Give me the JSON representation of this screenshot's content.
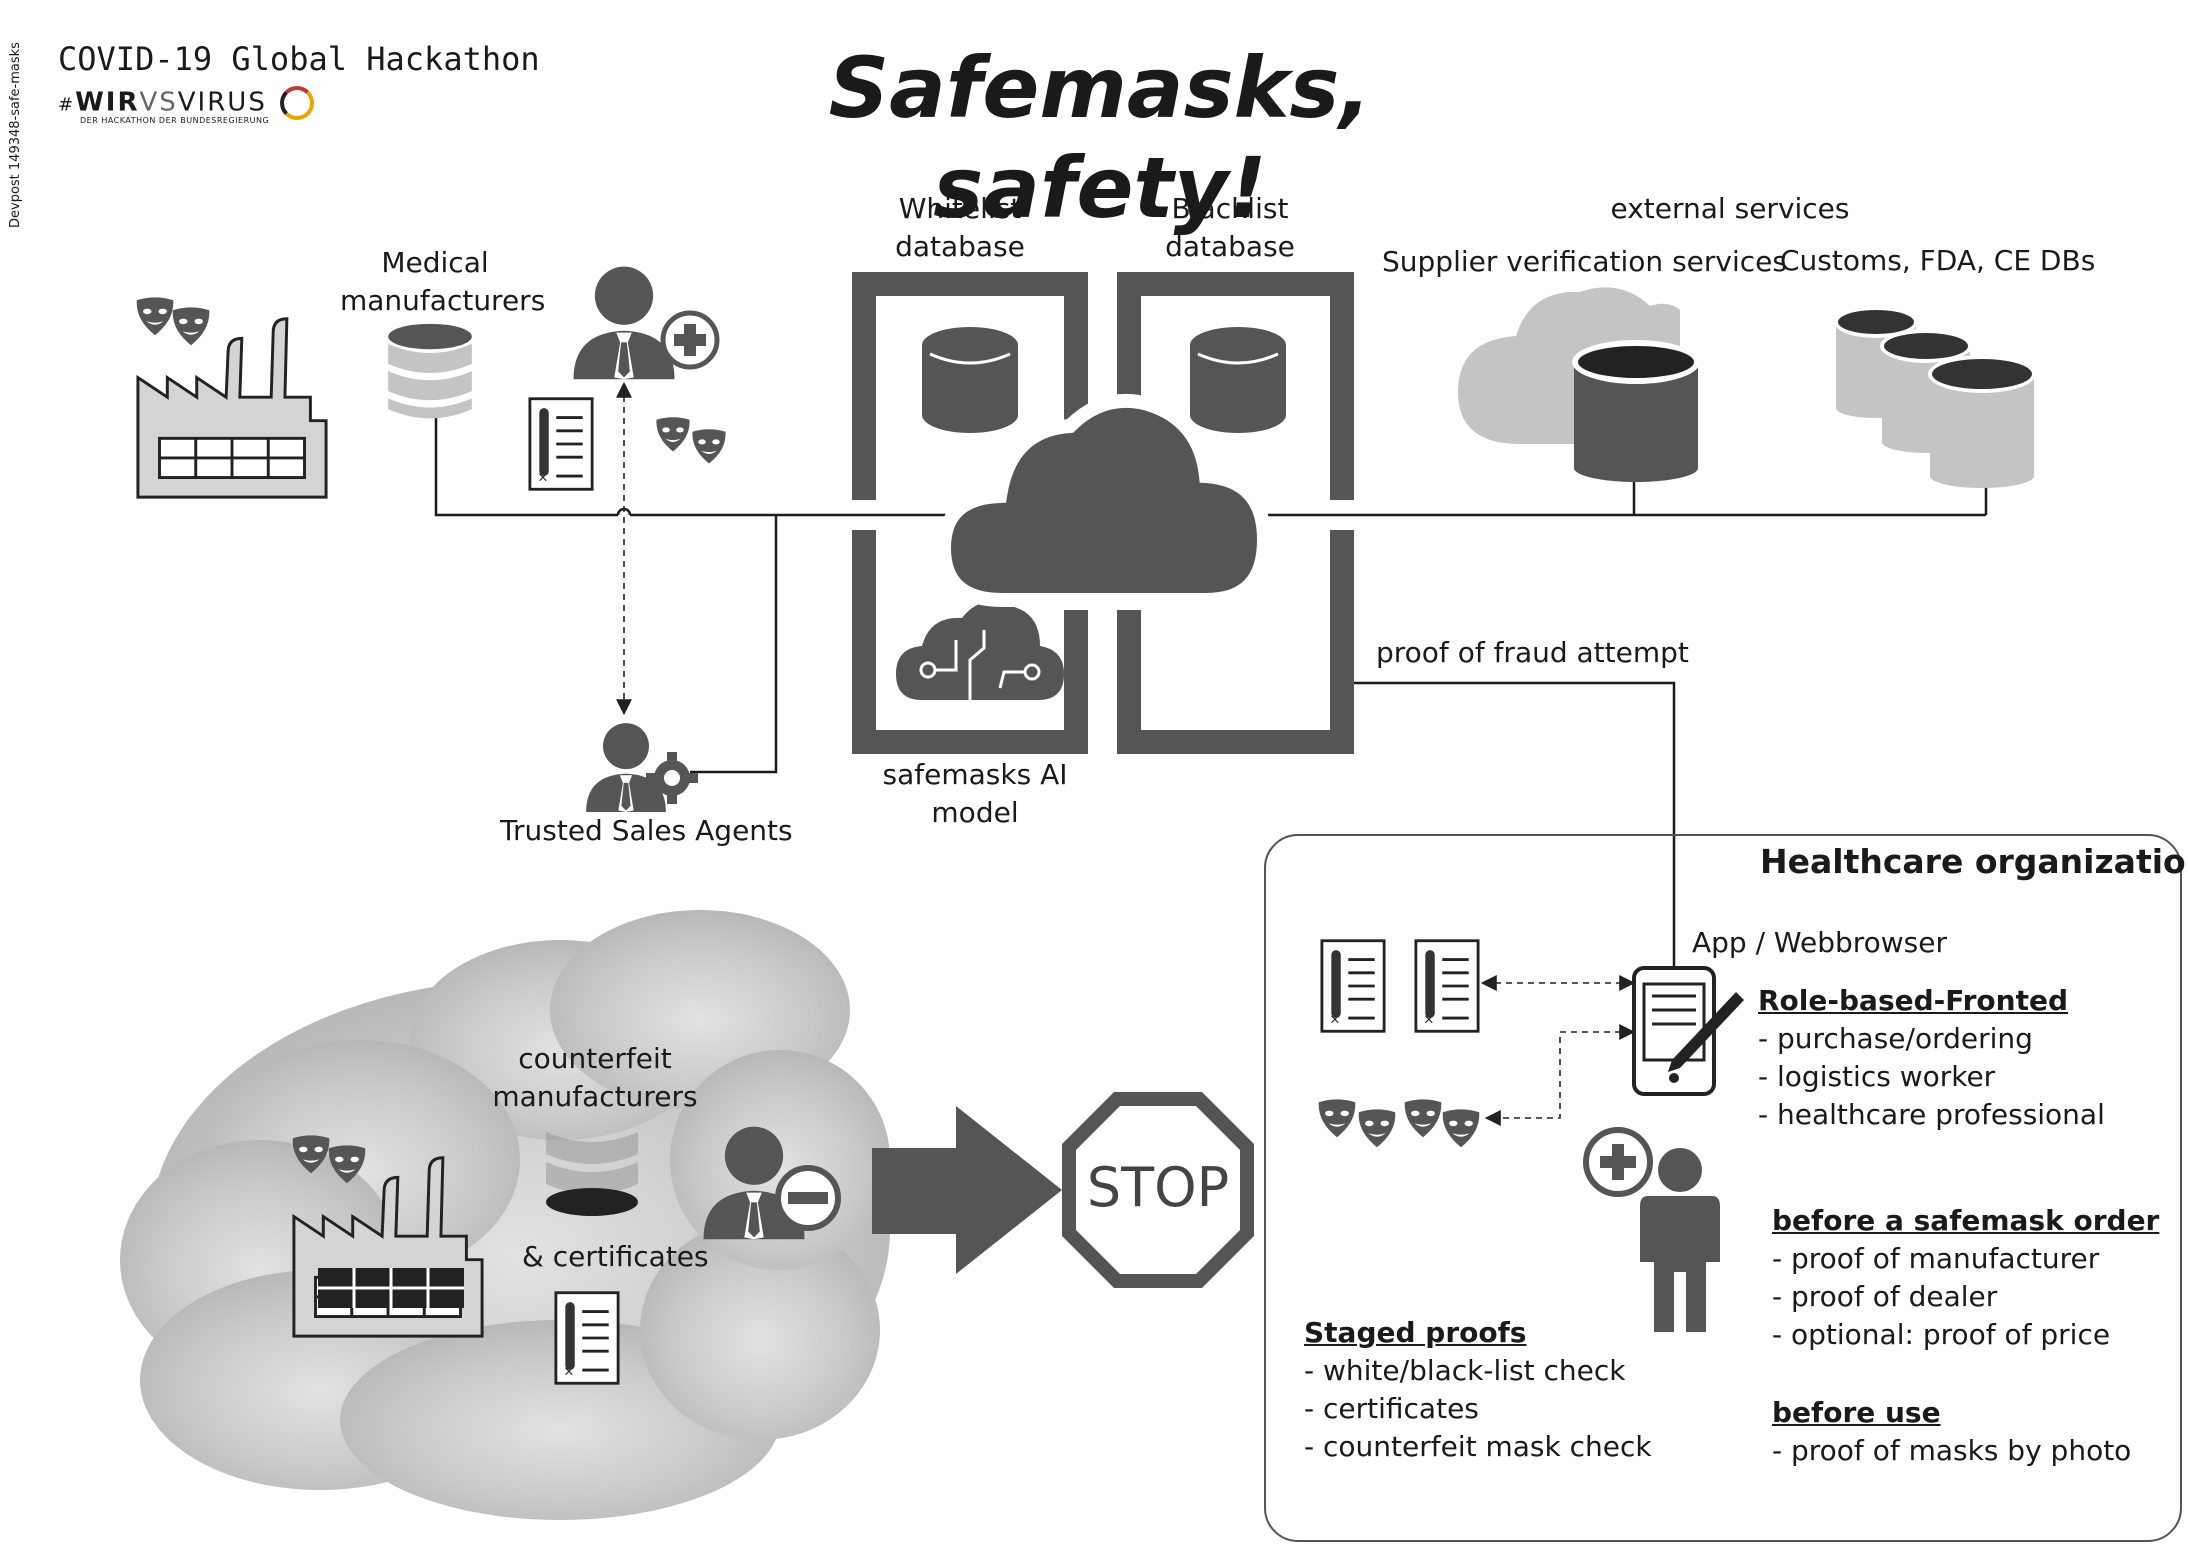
{
  "header": {
    "hackathon": "COVID-19 Global Hackathon",
    "tag_hash": "#",
    "tag_wir": "WIR",
    "tag_vs": "VS",
    "tag_virus": "VIRUS",
    "tag_sub": "DER HACKATHON DER BUNDESREGIERUNG",
    "devpost": "Devpost 149348-safe-masks",
    "title": "Safemasks, safety!"
  },
  "nodes": {
    "medical": [
      "Medical",
      "manufacturers"
    ],
    "whitelist": [
      "Whitelist",
      "database"
    ],
    "blacklist": [
      "Blacklist",
      "database"
    ],
    "external": "external services",
    "supplier": "Supplier verification services",
    "customs": "Customs, FDA, CE DBs",
    "ai_model": [
      "safemasks AI",
      "model"
    ],
    "trusted": "Trusted Sales Agents",
    "fraud": "proof of fraud attempt",
    "counterfeit": [
      "counterfeit",
      "manufacturers"
    ],
    "certificates": "& certificates",
    "stop": "STOP"
  },
  "healthcare": {
    "title": "Healthcare organization",
    "app": "App / Webbrowser",
    "role_heading": "Role-based-Fronted",
    "roles": [
      "- purchase/ordering",
      "- logistics worker",
      "- healthcare professional"
    ],
    "before_order_heading": "before a safemask order",
    "before_order": [
      "- proof of manufacturer",
      "- proof of dealer",
      "- optional: proof of price"
    ],
    "before_use_heading": "before use",
    "before_use": [
      "- proof of masks by photo"
    ],
    "staged_heading": "Staged proofs",
    "staged": [
      "- white/black-list check",
      "- certificates",
      "- counterfeit mask check"
    ]
  },
  "colors": {
    "dark": "#555555",
    "light": "#c4c4c4",
    "cloud": "#c0c0c0",
    "line": "#1a1a1a",
    "wvv_accent": "#e8a600"
  },
  "icons": [
    "factory-icon",
    "masks-icon",
    "database-icon",
    "user-plus-icon",
    "user-gear-icon",
    "user-minus-icon",
    "document-icon",
    "cloud-icon",
    "ai-cloud-icon",
    "tablet-icon",
    "person-icon",
    "stop-sign-icon",
    "arrow-icon"
  ]
}
